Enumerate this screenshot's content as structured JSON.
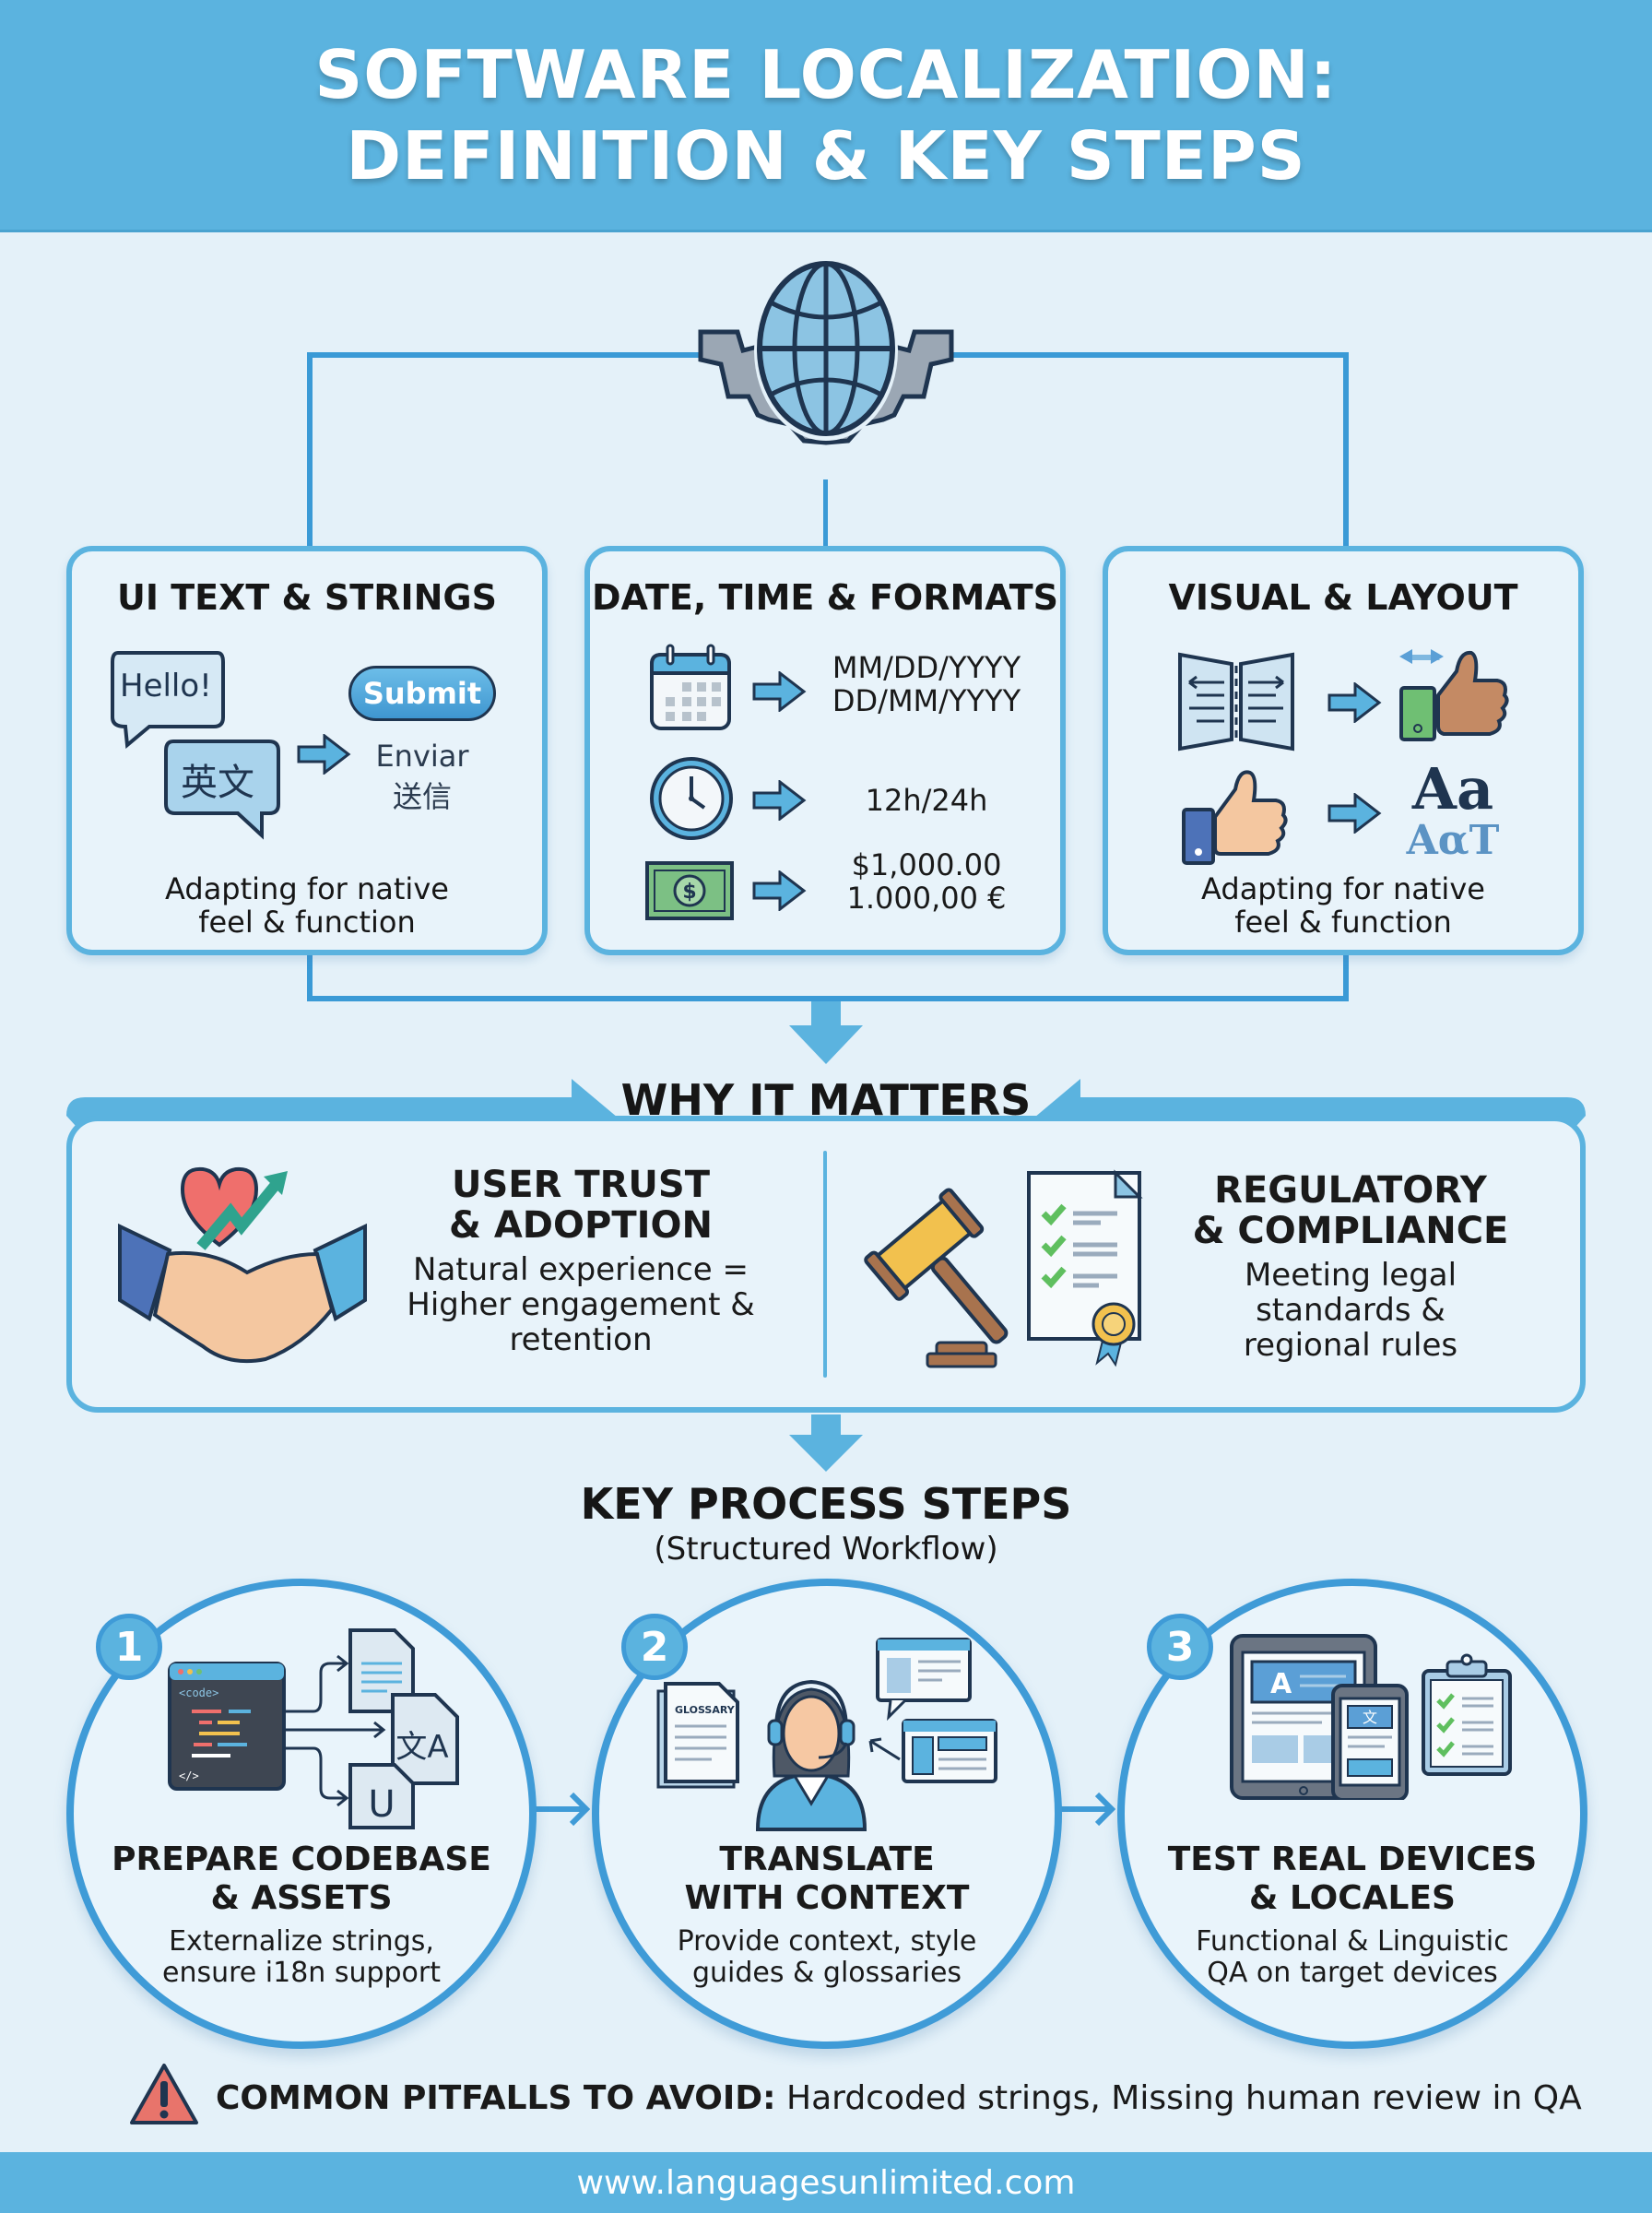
{
  "header": {
    "title_line1": "SOFTWARE LOCALIZATION:",
    "title_line2": "DEFINITION & KEY STEPS",
    "background_color": "#5bb3df"
  },
  "hub": {
    "icon": "globe-gear-icon"
  },
  "categories": [
    {
      "title": "UI TEXT & STRINGS",
      "bubble_source": "Hello!",
      "bubble_target": "英文",
      "button_label": "Submit",
      "translations": [
        "Enviar",
        "送信"
      ],
      "caption_line1": "Adapting for native",
      "caption_line2": "feel & function"
    },
    {
      "title": "DATE, TIME & FORMATS",
      "rows": [
        {
          "icon": "calendar-icon",
          "line1": "MM/DD/YYYY",
          "line2": "DD/MM/YYYY"
        },
        {
          "icon": "clock-icon",
          "line1": "12h/24h",
          "line2": ""
        },
        {
          "icon": "banknote-icon",
          "line1": "$1,000.00",
          "line2": "1.000,00 €"
        }
      ]
    },
    {
      "title": "VISUAL & LAYOUT",
      "icons": [
        "rtl-layout-icon",
        "thumbs-up-tan-icon",
        "thumbs-up-icon",
        "typography-icon"
      ],
      "typography_big": "Aa",
      "typography_small": "AαT",
      "caption_line1": "Adapting for native",
      "caption_line2": "feel & function"
    }
  ],
  "why": {
    "title": "WHY IT MATTERS",
    "items": [
      {
        "heading_line1": "USER TRUST",
        "heading_line2": "& ADOPTION",
        "body": [
          "Natural experience =",
          "Higher engagement &",
          "retention"
        ],
        "icon": "handshake-heart-growth-icon"
      },
      {
        "heading_line1": "REGULATORY",
        "heading_line2": "& COMPLIANCE",
        "body": [
          "Meeting legal",
          "standards &",
          "regional rules"
        ],
        "icon": "gavel-certificate-icon"
      }
    ]
  },
  "process": {
    "title": "KEY PROCESS STEPS",
    "subtitle": "(Structured Workflow)",
    "steps": [
      {
        "number": "1",
        "title_line1": "PREPARE CODEBASE",
        "title_line2": "& ASSETS",
        "desc_line1": "Externalize strings,",
        "desc_line2": "ensure i18n support",
        "code_tag": "<code>",
        "code_close": "</>",
        "icon": "code-to-files-icon"
      },
      {
        "number": "2",
        "title_line1": "TRANSLATE",
        "title_line2": "WITH CONTEXT",
        "desc_line1": "Provide context, style",
        "desc_line2": "guides & glossaries",
        "glossary_label": "GLOSSARY",
        "icon": "translator-headset-icon"
      },
      {
        "number": "3",
        "title_line1": "TEST REAL DEVICES",
        "title_line2": "& LOCALES",
        "desc_line1": "Functional & Linguistic",
        "desc_line2": "QA on target devices",
        "icon": "devices-checklist-icon"
      }
    ]
  },
  "pitfalls": {
    "label": "COMMON PITFALLS TO AVOID:",
    "text": "Hardcoded strings, Missing human review in QA",
    "icon": "warning-icon"
  },
  "footer": {
    "url": "www.languagesunlimited.com"
  },
  "colors": {
    "accent": "#5bb3df",
    "line": "#3a9ad6",
    "background": "#e4f1f9",
    "text": "#161616",
    "warning": "#e8746b"
  }
}
